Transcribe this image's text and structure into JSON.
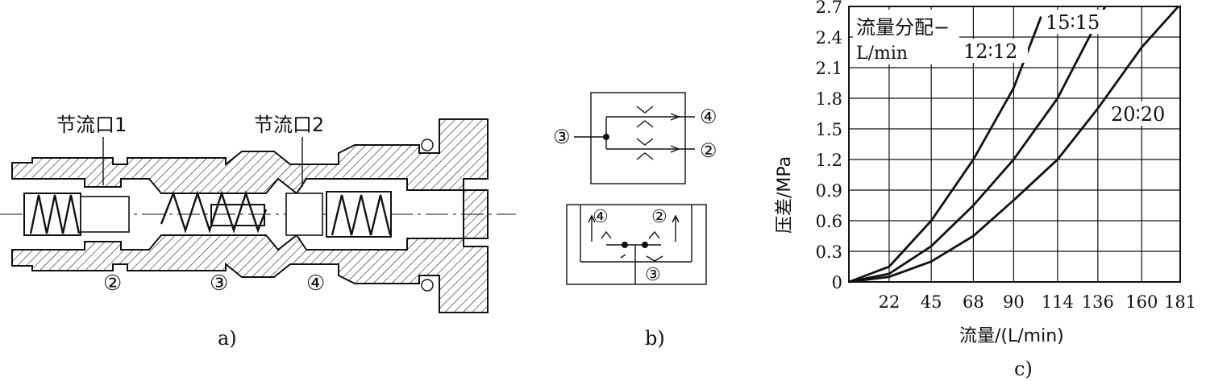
{
  "panel_a": {
    "caption": "a)",
    "orifice1": "节流口1",
    "orifice2": "节流口2",
    "port2": "②",
    "port3": "③",
    "port4": "④"
  },
  "panel_b": {
    "caption": "b)",
    "port3_left": "③",
    "port4_right": "④",
    "port2_right": "②",
    "port4_bottom": "④",
    "port2_bottom": "②",
    "port3_bottom": "③"
  },
  "panel_c": {
    "caption": "c)"
  },
  "chart_data": {
    "type": "line",
    "xlabel": "流量/(L/min)",
    "ylabel": "压差/MPa",
    "legend_title_line1": "流量分配−",
    "legend_title_line2": "L/min",
    "x_ticks": [
      "22",
      "45",
      "68",
      "90",
      "114",
      "136",
      "160",
      "181"
    ],
    "x_tick_values": [
      22,
      45,
      68,
      90,
      114,
      136,
      160,
      181
    ],
    "y_ticks": [
      "0",
      "0.3",
      "0.6",
      "0.9",
      "1.2",
      "1.5",
      "1.8",
      "2.1",
      "2.4",
      "2.7"
    ],
    "y_tick_values": [
      0,
      0.3,
      0.6,
      0.9,
      1.2,
      1.5,
      1.8,
      2.1,
      2.4,
      2.7
    ],
    "xlim": [
      0,
      181
    ],
    "ylim": [
      0,
      2.7
    ],
    "grid": true,
    "series": [
      {
        "name": "12∶12",
        "x": [
          0,
          22,
          45,
          68,
          90,
          105
        ],
        "y": [
          0,
          0.15,
          0.6,
          1.2,
          1.9,
          2.6
        ]
      },
      {
        "name": "15∶15",
        "x": [
          0,
          22,
          45,
          68,
          90,
          114,
          140
        ],
        "y": [
          0,
          0.08,
          0.35,
          0.75,
          1.2,
          1.8,
          2.7
        ]
      },
      {
        "name": "20∶20",
        "x": [
          0,
          22,
          45,
          68,
          90,
          114,
          136,
          160,
          180
        ],
        "y": [
          0,
          0.05,
          0.2,
          0.45,
          0.8,
          1.2,
          1.7,
          2.3,
          2.7
        ]
      }
    ]
  }
}
